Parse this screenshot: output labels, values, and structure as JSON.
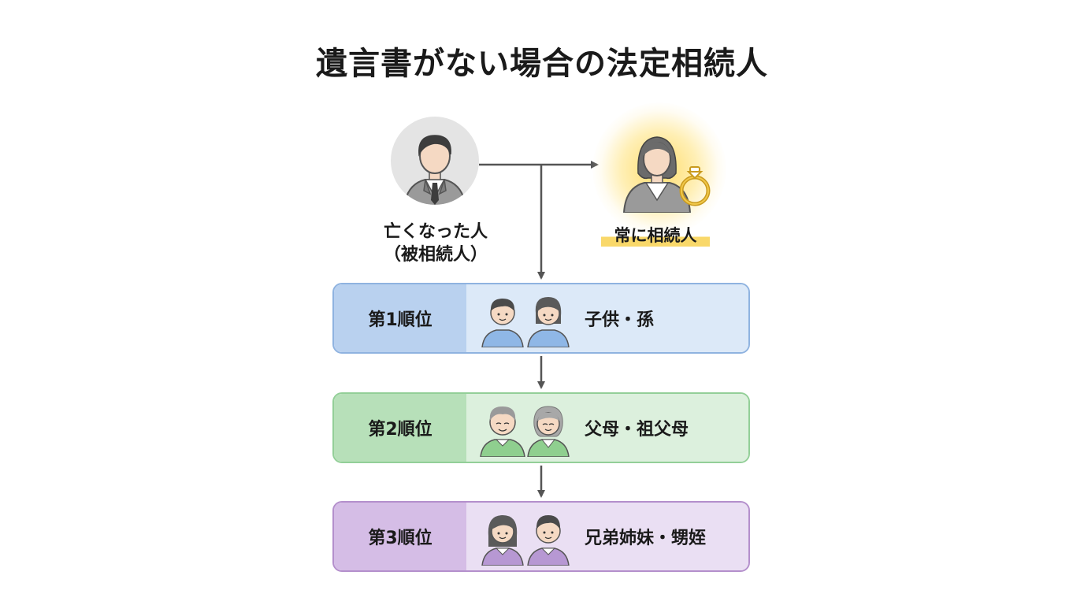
{
  "title": "遺言書がない場合の法定相続人",
  "deceased": {
    "label_line1": "亡くなった人",
    "label_line2": "（被相続人）"
  },
  "spouse": {
    "label": "常に相続人",
    "icon": "ring-icon",
    "highlight_color": "#f9d86a"
  },
  "ranks": [
    {
      "label": "第1順位",
      "people": "子供・孫",
      "border_color": "#8fb3e0",
      "fill_color": "#dce9f8"
    },
    {
      "label": "第2順位",
      "people": "父母・祖父母",
      "border_color": "#93cf98",
      "fill_color": "#dcf0dd"
    },
    {
      "label": "第3順位",
      "people": "兄弟姉妹・甥姪",
      "border_color": "#b48fcc",
      "fill_color": "#eadff3"
    }
  ],
  "connector_color": "#555555"
}
